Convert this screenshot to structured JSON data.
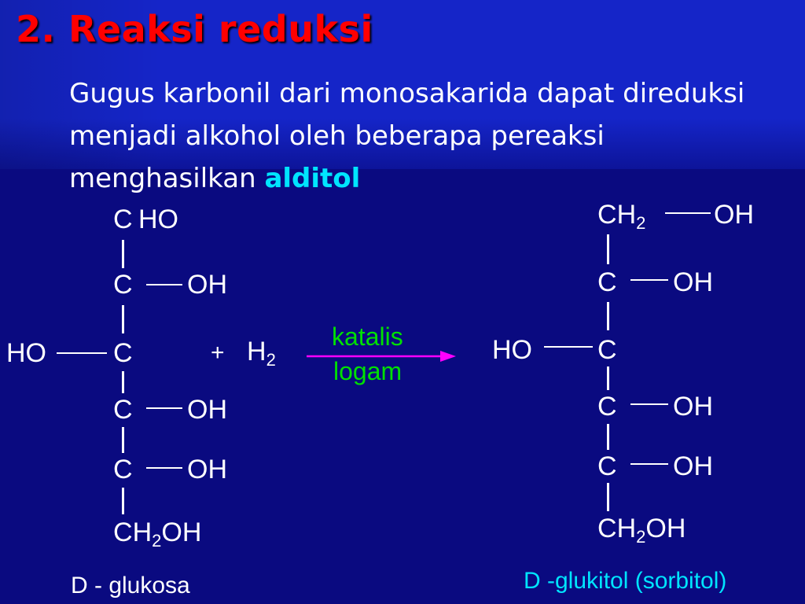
{
  "title": "2. Reaksi reduksi",
  "paragraph": {
    "text": "Gugus karbonil dari monosakarida dapat direduksi menjadi alkohol oleh beberapa pereaksi menghasilkan ",
    "keyword": "alditol",
    "keyword_color": "#00e5ff"
  },
  "reactant": {
    "chain": [
      {
        "c": "C",
        "r": "HO"
      },
      {
        "c": "C",
        "r": "OH"
      },
      {
        "l": "HO",
        "c": "C"
      },
      {
        "c": "C",
        "r": "OH"
      },
      {
        "c": "C",
        "r": "OH"
      },
      {
        "c": "C",
        "r_main": "H",
        "r_sub": "2",
        "r_tail": "OH"
      }
    ],
    "caption": "D - glukosa"
  },
  "reagent": {
    "plus": "+",
    "h": "H",
    "sub": "2"
  },
  "arrow": {
    "top_label": "katalis",
    "bottom_label": "logam",
    "color": "#ff00ff",
    "label_color": "#00e000"
  },
  "product": {
    "chain": [
      {
        "c": "C",
        "r_main": "H",
        "r_sub": "2",
        "r_far": "OH"
      },
      {
        "c": "C",
        "r": "OH"
      },
      {
        "l": "HO",
        "c": "C"
      },
      {
        "c": "C",
        "r": "OH"
      },
      {
        "c": "C",
        "r": "OH"
      },
      {
        "c": "C",
        "r_main": "H",
        "r_sub": "2",
        "r_tail": "OH"
      }
    ],
    "caption": "D -glukitol (sorbitol)",
    "caption_color": "#00e5ff"
  },
  "colors": {
    "title": "#ff0000",
    "background": "#0a0a80",
    "panel": "#1525c8",
    "text": "#ffffff"
  }
}
